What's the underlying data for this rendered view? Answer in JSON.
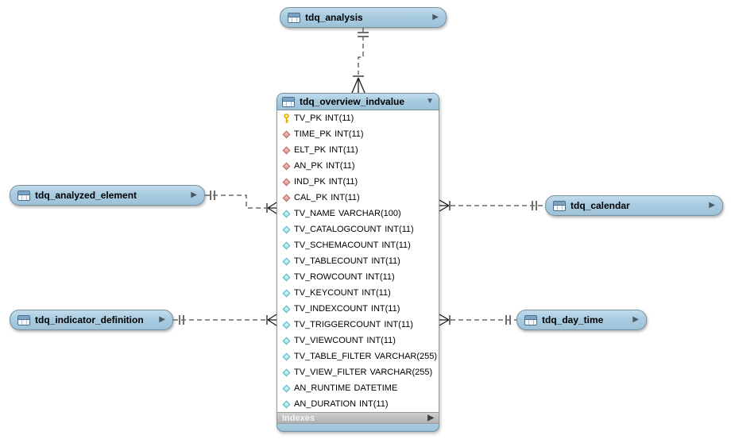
{
  "icons": {
    "expand": "▶",
    "collapse": "▼"
  },
  "colors": {
    "table_fill": "#a8cbe0",
    "table_border": "#78909e",
    "indexes_bar": "#b8b8b8",
    "primary_key_icon": "#e0a800",
    "foreign_key_icon": "#dd8b83",
    "attribute_icon": "#8fdde9",
    "relationship_line": "#1b1b1b"
  },
  "diagram": {
    "main_table": {
      "name": "tdq_overview_indvalue",
      "indexes_label": "Indexes",
      "columns": [
        {
          "name": "TV_PK",
          "type": "INT(11)",
          "key": "primary"
        },
        {
          "name": "TIME_PK",
          "type": "INT(11)",
          "key": "foreign"
        },
        {
          "name": "ELT_PK",
          "type": "INT(11)",
          "key": "foreign"
        },
        {
          "name": "AN_PK",
          "type": "INT(11)",
          "key": "foreign"
        },
        {
          "name": "IND_PK",
          "type": "INT(11)",
          "key": "foreign"
        },
        {
          "name": "CAL_PK",
          "type": "INT(11)",
          "key": "foreign"
        },
        {
          "name": "TV_NAME",
          "type": "VARCHAR(100)",
          "key": "none"
        },
        {
          "name": "TV_CATALOGCOUNT",
          "type": "INT(11)",
          "key": "none"
        },
        {
          "name": "TV_SCHEMACOUNT",
          "type": "INT(11)",
          "key": "none"
        },
        {
          "name": "TV_TABLECOUNT",
          "type": "INT(11)",
          "key": "none"
        },
        {
          "name": "TV_ROWCOUNT",
          "type": "INT(11)",
          "key": "none"
        },
        {
          "name": "TV_KEYCOUNT",
          "type": "INT(11)",
          "key": "none"
        },
        {
          "name": "TV_INDEXCOUNT",
          "type": "INT(11)",
          "key": "none"
        },
        {
          "name": "TV_TRIGGERCOUNT",
          "type": "INT(11)",
          "key": "none"
        },
        {
          "name": "TV_VIEWCOUNT",
          "type": "INT(11)",
          "key": "none"
        },
        {
          "name": "TV_TABLE_FILTER",
          "type": "VARCHAR(255)",
          "key": "none"
        },
        {
          "name": "TV_VIEW_FILTER",
          "type": "VARCHAR(255)",
          "key": "none"
        },
        {
          "name": "AN_RUNTIME",
          "type": "DATETIME",
          "key": "none"
        },
        {
          "name": "AN_DURATION",
          "type": "INT(11)",
          "key": "none"
        }
      ]
    },
    "collapsed_tables": [
      {
        "name": "tdq_analysis"
      },
      {
        "name": "tdq_analyzed_element"
      },
      {
        "name": "tdq_calendar"
      },
      {
        "name": "tdq_indicator_definition"
      },
      {
        "name": "tdq_day_time"
      }
    ],
    "relationships": [
      {
        "one": "tdq_analysis",
        "many": "tdq_overview_indvalue",
        "cardinality": "1:n",
        "style": "dashed"
      },
      {
        "one": "tdq_analyzed_element",
        "many": "tdq_overview_indvalue",
        "cardinality": "1:n",
        "style": "dashed"
      },
      {
        "one": "tdq_calendar",
        "many": "tdq_overview_indvalue",
        "cardinality": "1:n",
        "style": "dashed"
      },
      {
        "one": "tdq_indicator_definition",
        "many": "tdq_overview_indvalue",
        "cardinality": "1:n",
        "style": "dashed"
      },
      {
        "one": "tdq_day_time",
        "many": "tdq_overview_indvalue",
        "cardinality": "1:n",
        "style": "dashed"
      }
    ]
  }
}
